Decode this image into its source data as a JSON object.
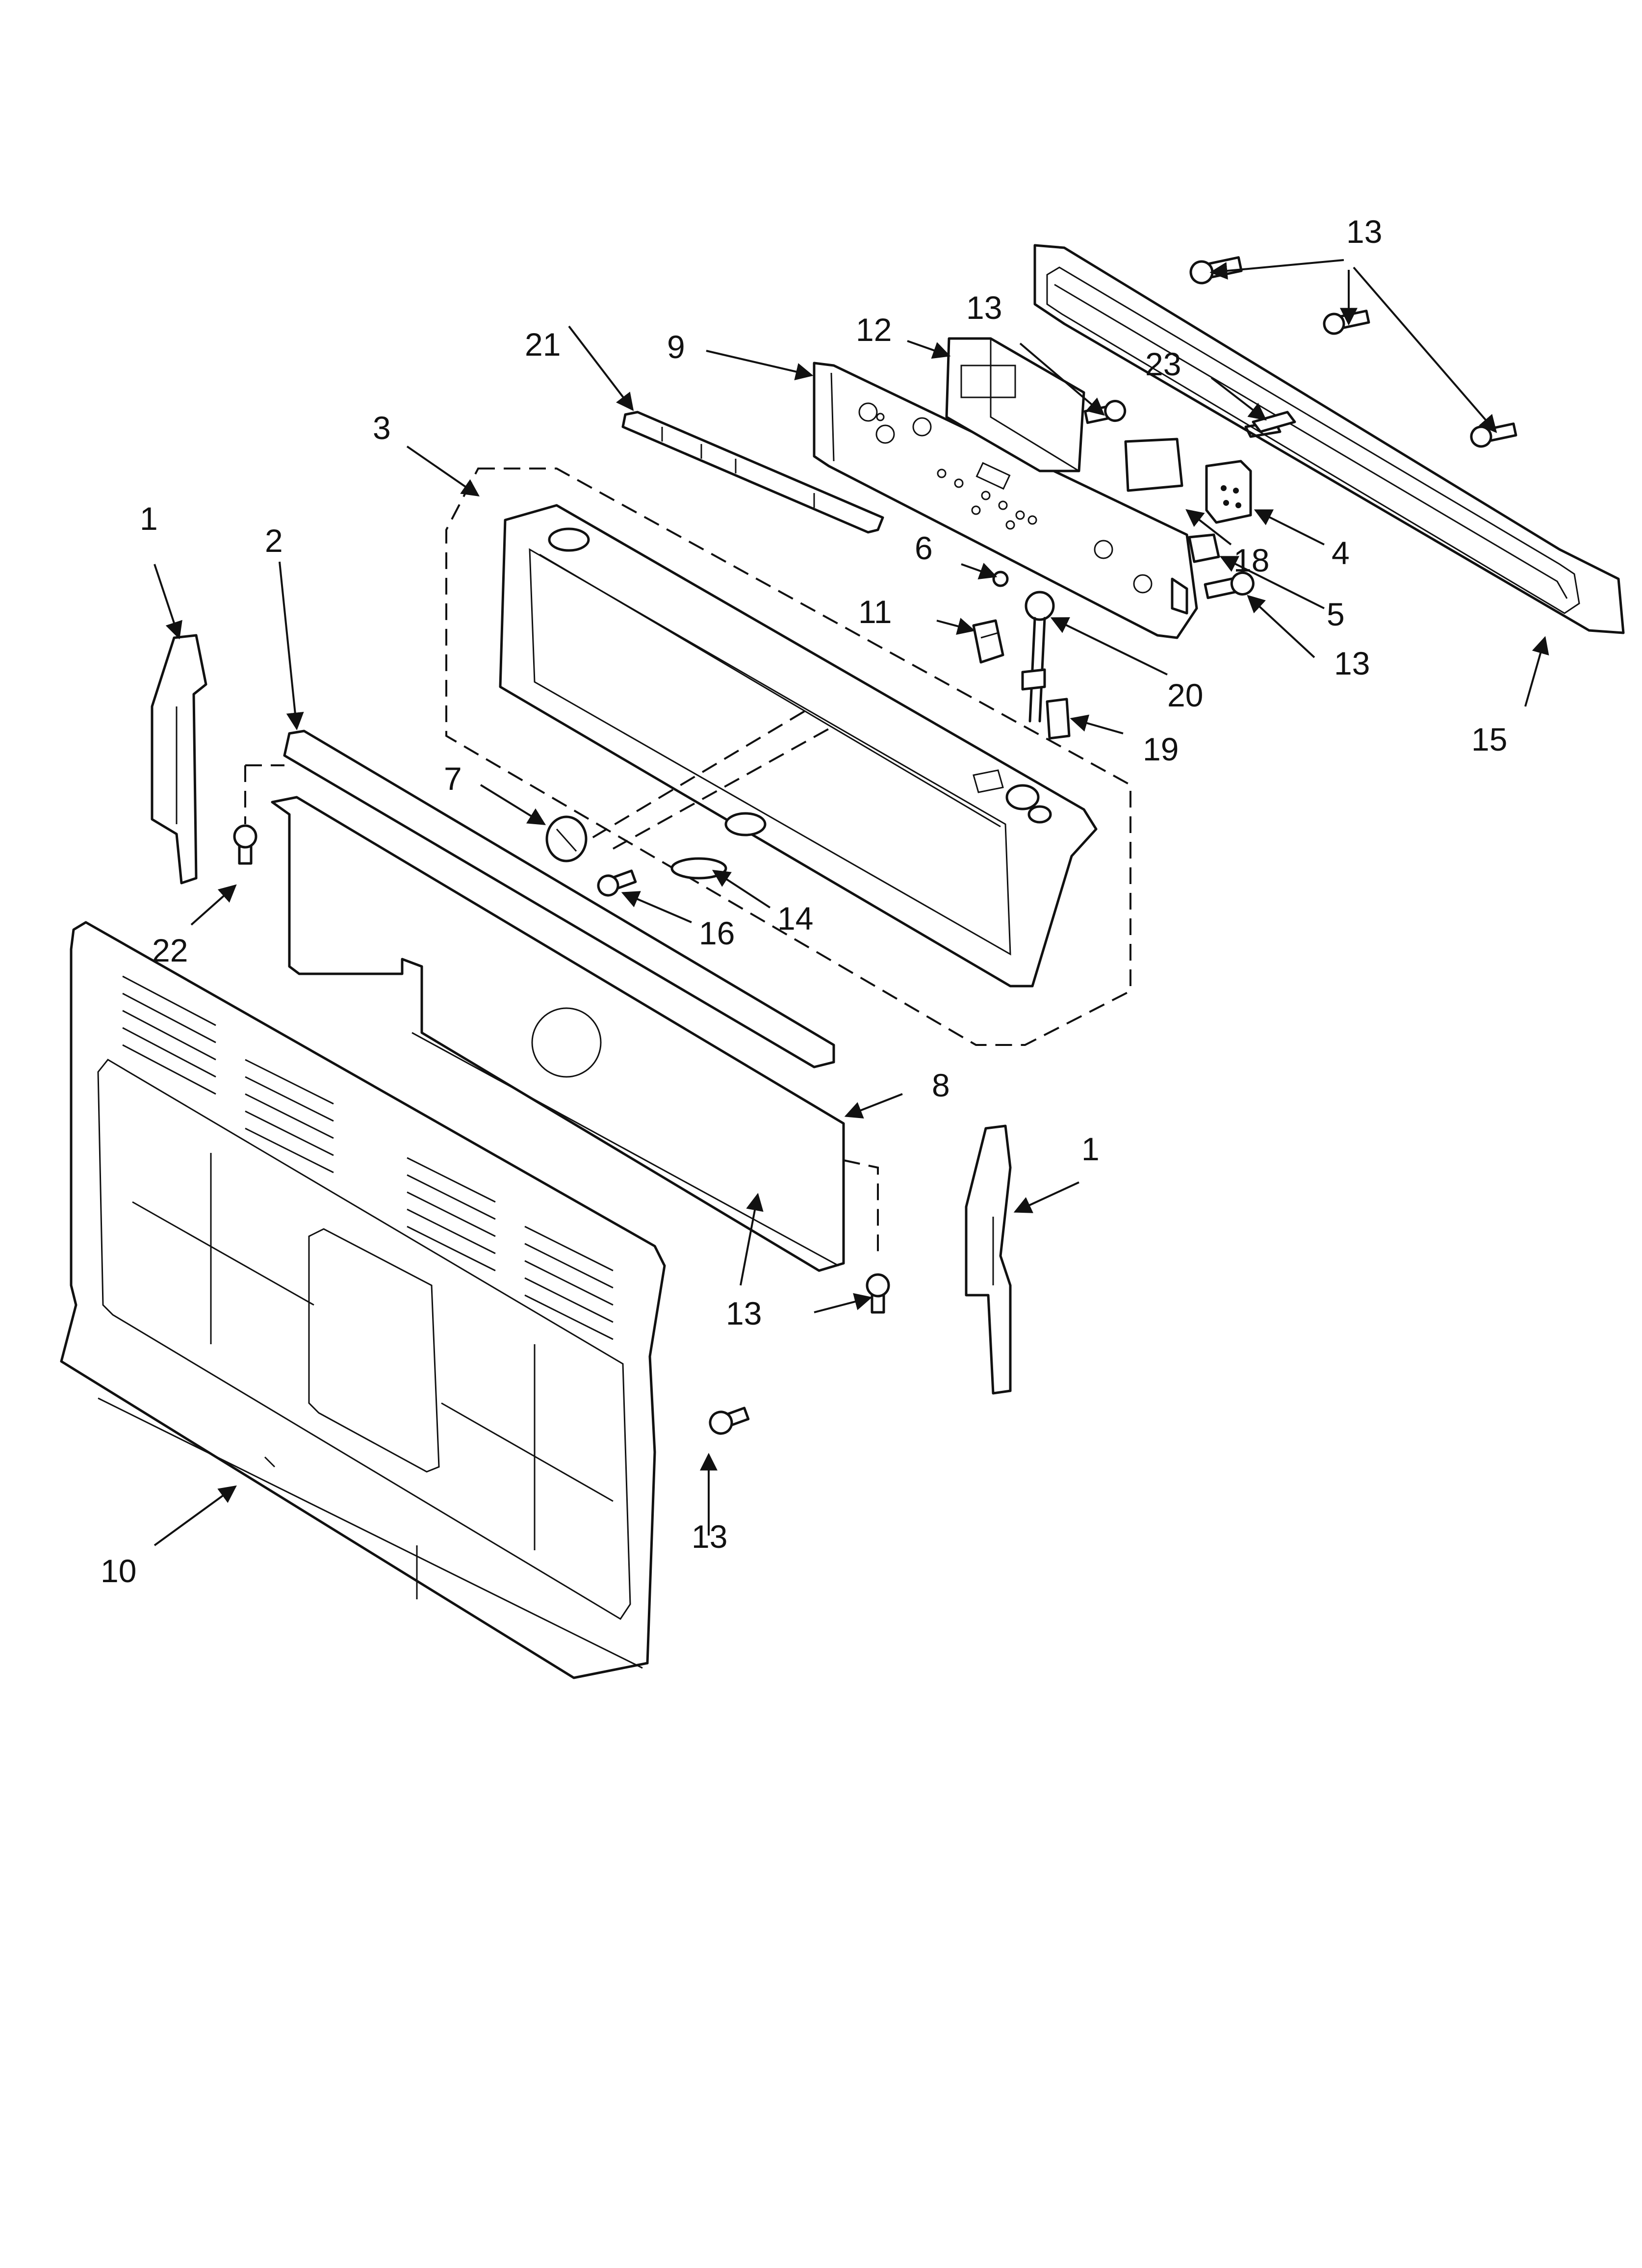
{
  "callouts": [
    {
      "id": "c13a",
      "label": "13"
    },
    {
      "id": "c12",
      "label": "12"
    },
    {
      "id": "c13b",
      "label": "13"
    },
    {
      "id": "c23",
      "label": "23"
    },
    {
      "id": "c21",
      "label": "21"
    },
    {
      "id": "c9",
      "label": "9"
    },
    {
      "id": "c3",
      "label": "3"
    },
    {
      "id": "c1a",
      "label": "1"
    },
    {
      "id": "c2",
      "label": "2"
    },
    {
      "id": "c6",
      "label": "6"
    },
    {
      "id": "c18",
      "label": "18"
    },
    {
      "id": "c4",
      "label": "4"
    },
    {
      "id": "c5",
      "label": "5"
    },
    {
      "id": "c11",
      "label": "11"
    },
    {
      "id": "c13c",
      "label": "13"
    },
    {
      "id": "c20",
      "label": "20"
    },
    {
      "id": "c15",
      "label": "15"
    },
    {
      "id": "c19",
      "label": "19"
    },
    {
      "id": "c7",
      "label": "7"
    },
    {
      "id": "c14",
      "label": "14"
    },
    {
      "id": "c16",
      "label": "16"
    },
    {
      "id": "c22",
      "label": "22"
    },
    {
      "id": "c8",
      "label": "8"
    },
    {
      "id": "c1b",
      "label": "1"
    },
    {
      "id": "c13d",
      "label": "13"
    },
    {
      "id": "c13e",
      "label": "13"
    },
    {
      "id": "c10",
      "label": "10"
    }
  ]
}
